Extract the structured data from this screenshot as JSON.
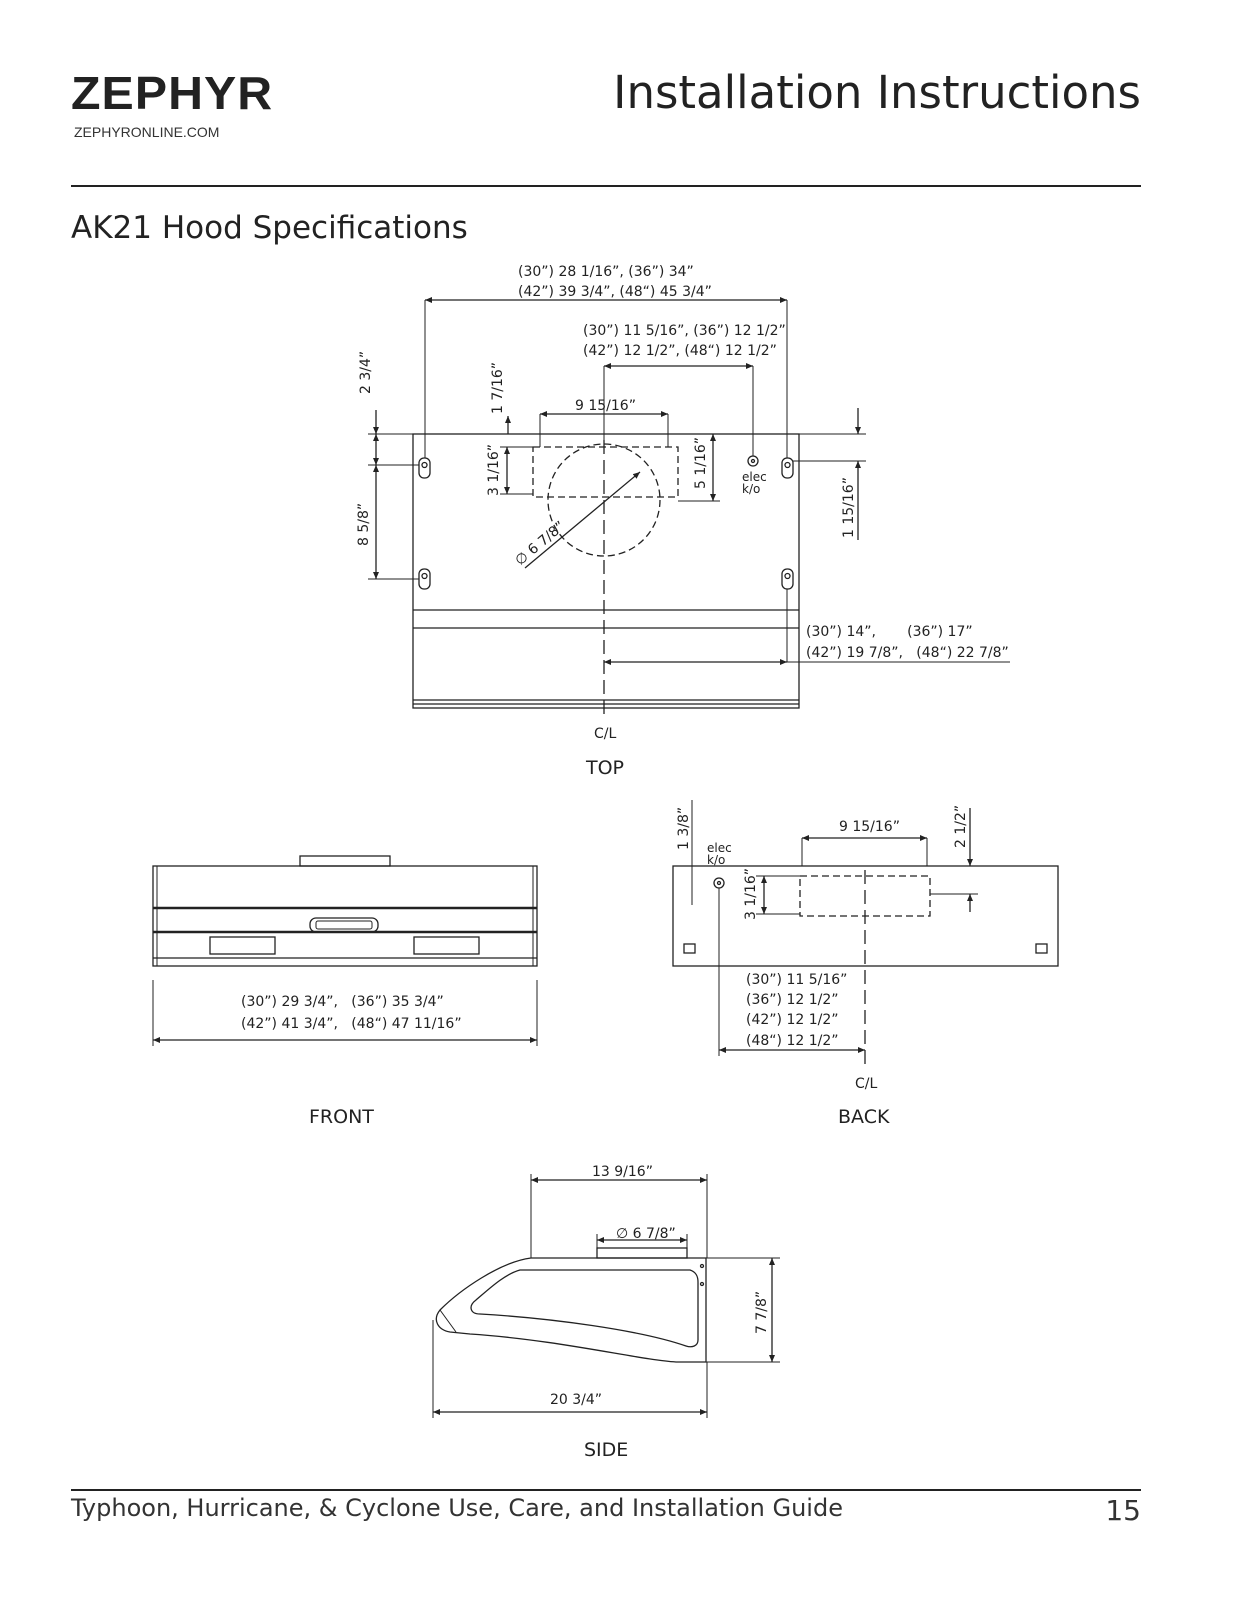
{
  "header": {
    "brand": "ZEPHYR",
    "website": "ZEPHYRONLINE.COM",
    "title": "Installation Instructions"
  },
  "section_title": "AK21 Hood Specifications",
  "top": {
    "width_line1": "(30”) 28 1/16”, (36”) 34”",
    "width_line2": "(42”) 39 3/4”,   (48“) 45 3/4”",
    "elec_offset_line1": "(30”) 11 5/16”, (36”) 12 1/2”",
    "elec_offset_line2": "(42”) 12 1/2”,   (48“) 12 1/2”",
    "duct_width": "9 15/16”",
    "dim_1_7_16": "1 7/16”",
    "dim_2_3_4": "2 3/4”",
    "dim_3_1_16": "3 1/16”",
    "dim_5_1_16": "5 1/16”",
    "dim_8_5_8": "8 5/8”",
    "dim_1_15_16": "1 15/16”",
    "diameter": "∅ 6 7/8”",
    "elec_label_1": "elec",
    "elec_label_2": "k/o",
    "keyhole_line1": "(30”) 14”,       (36”) 17”",
    "keyhole_line2": "(42”) 19 7/8”,   (48“) 22 7/8”",
    "centerline": "C/L",
    "view_label": "TOP"
  },
  "front": {
    "width_line1": "(30”) 29 3/4”,   (36”) 35 3/4”",
    "width_line2": "(42”) 41 3/4”,   (48“) 47 11/16”",
    "view_label": "FRONT"
  },
  "back": {
    "dim_1_3_8": "1 3/8”",
    "duct_width": "9 15/16”",
    "dim_2_1_2": "2 1/2”",
    "dim_3_1_16": "3 1/16”",
    "elec_label_1": "elec",
    "elec_label_2": "k/o",
    "offsets": [
      "(30”) 11 5/16”",
      "(36”) 12 1/2”",
      "(42”) 12 1/2”",
      "(48“) 12 1/2”"
    ],
    "centerline": "C/L",
    "view_label": "BACK"
  },
  "side": {
    "top_depth": "13 9/16”",
    "diameter": "∅ 6 7/8”",
    "height": "7 7/8”",
    "depth": "20 3/4”",
    "view_label": "SIDE"
  },
  "footer": {
    "guide_title": "Typhoon, Hurricane, & Cyclone Use, Care, and Installation Guide",
    "page_number": "15"
  }
}
